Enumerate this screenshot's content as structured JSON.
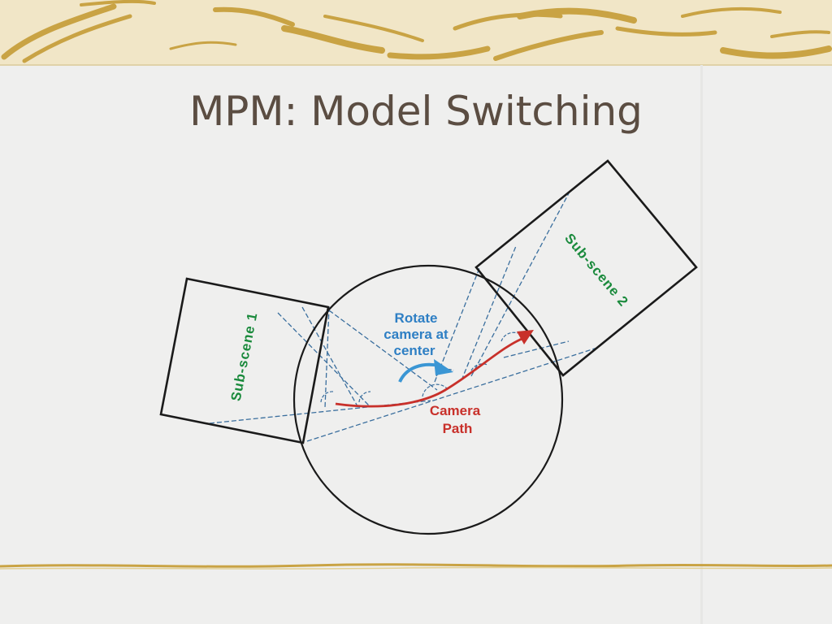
{
  "slide": {
    "title": "MPM: Model Switching"
  },
  "diagram": {
    "labels": {
      "sub_scene_1": "Sub-scene 1",
      "sub_scene_2": "Sub-scene 2",
      "rotate_line1": "Rotate",
      "rotate_line2": "camera at",
      "rotate_line3": "center",
      "camera_line1": "Camera",
      "camera_line2": "Path"
    },
    "colors": {
      "sub_scene_label": "#1a8a3c",
      "rotate_label": "#2e7fc4",
      "camera_path": "#c8302a",
      "rotate_arrow": "#3a96d4",
      "dashed_lines": "#3b6f9e",
      "outline": "#1a1a1a",
      "title": "#5b4d42",
      "border_gold": "#c9a344"
    }
  }
}
